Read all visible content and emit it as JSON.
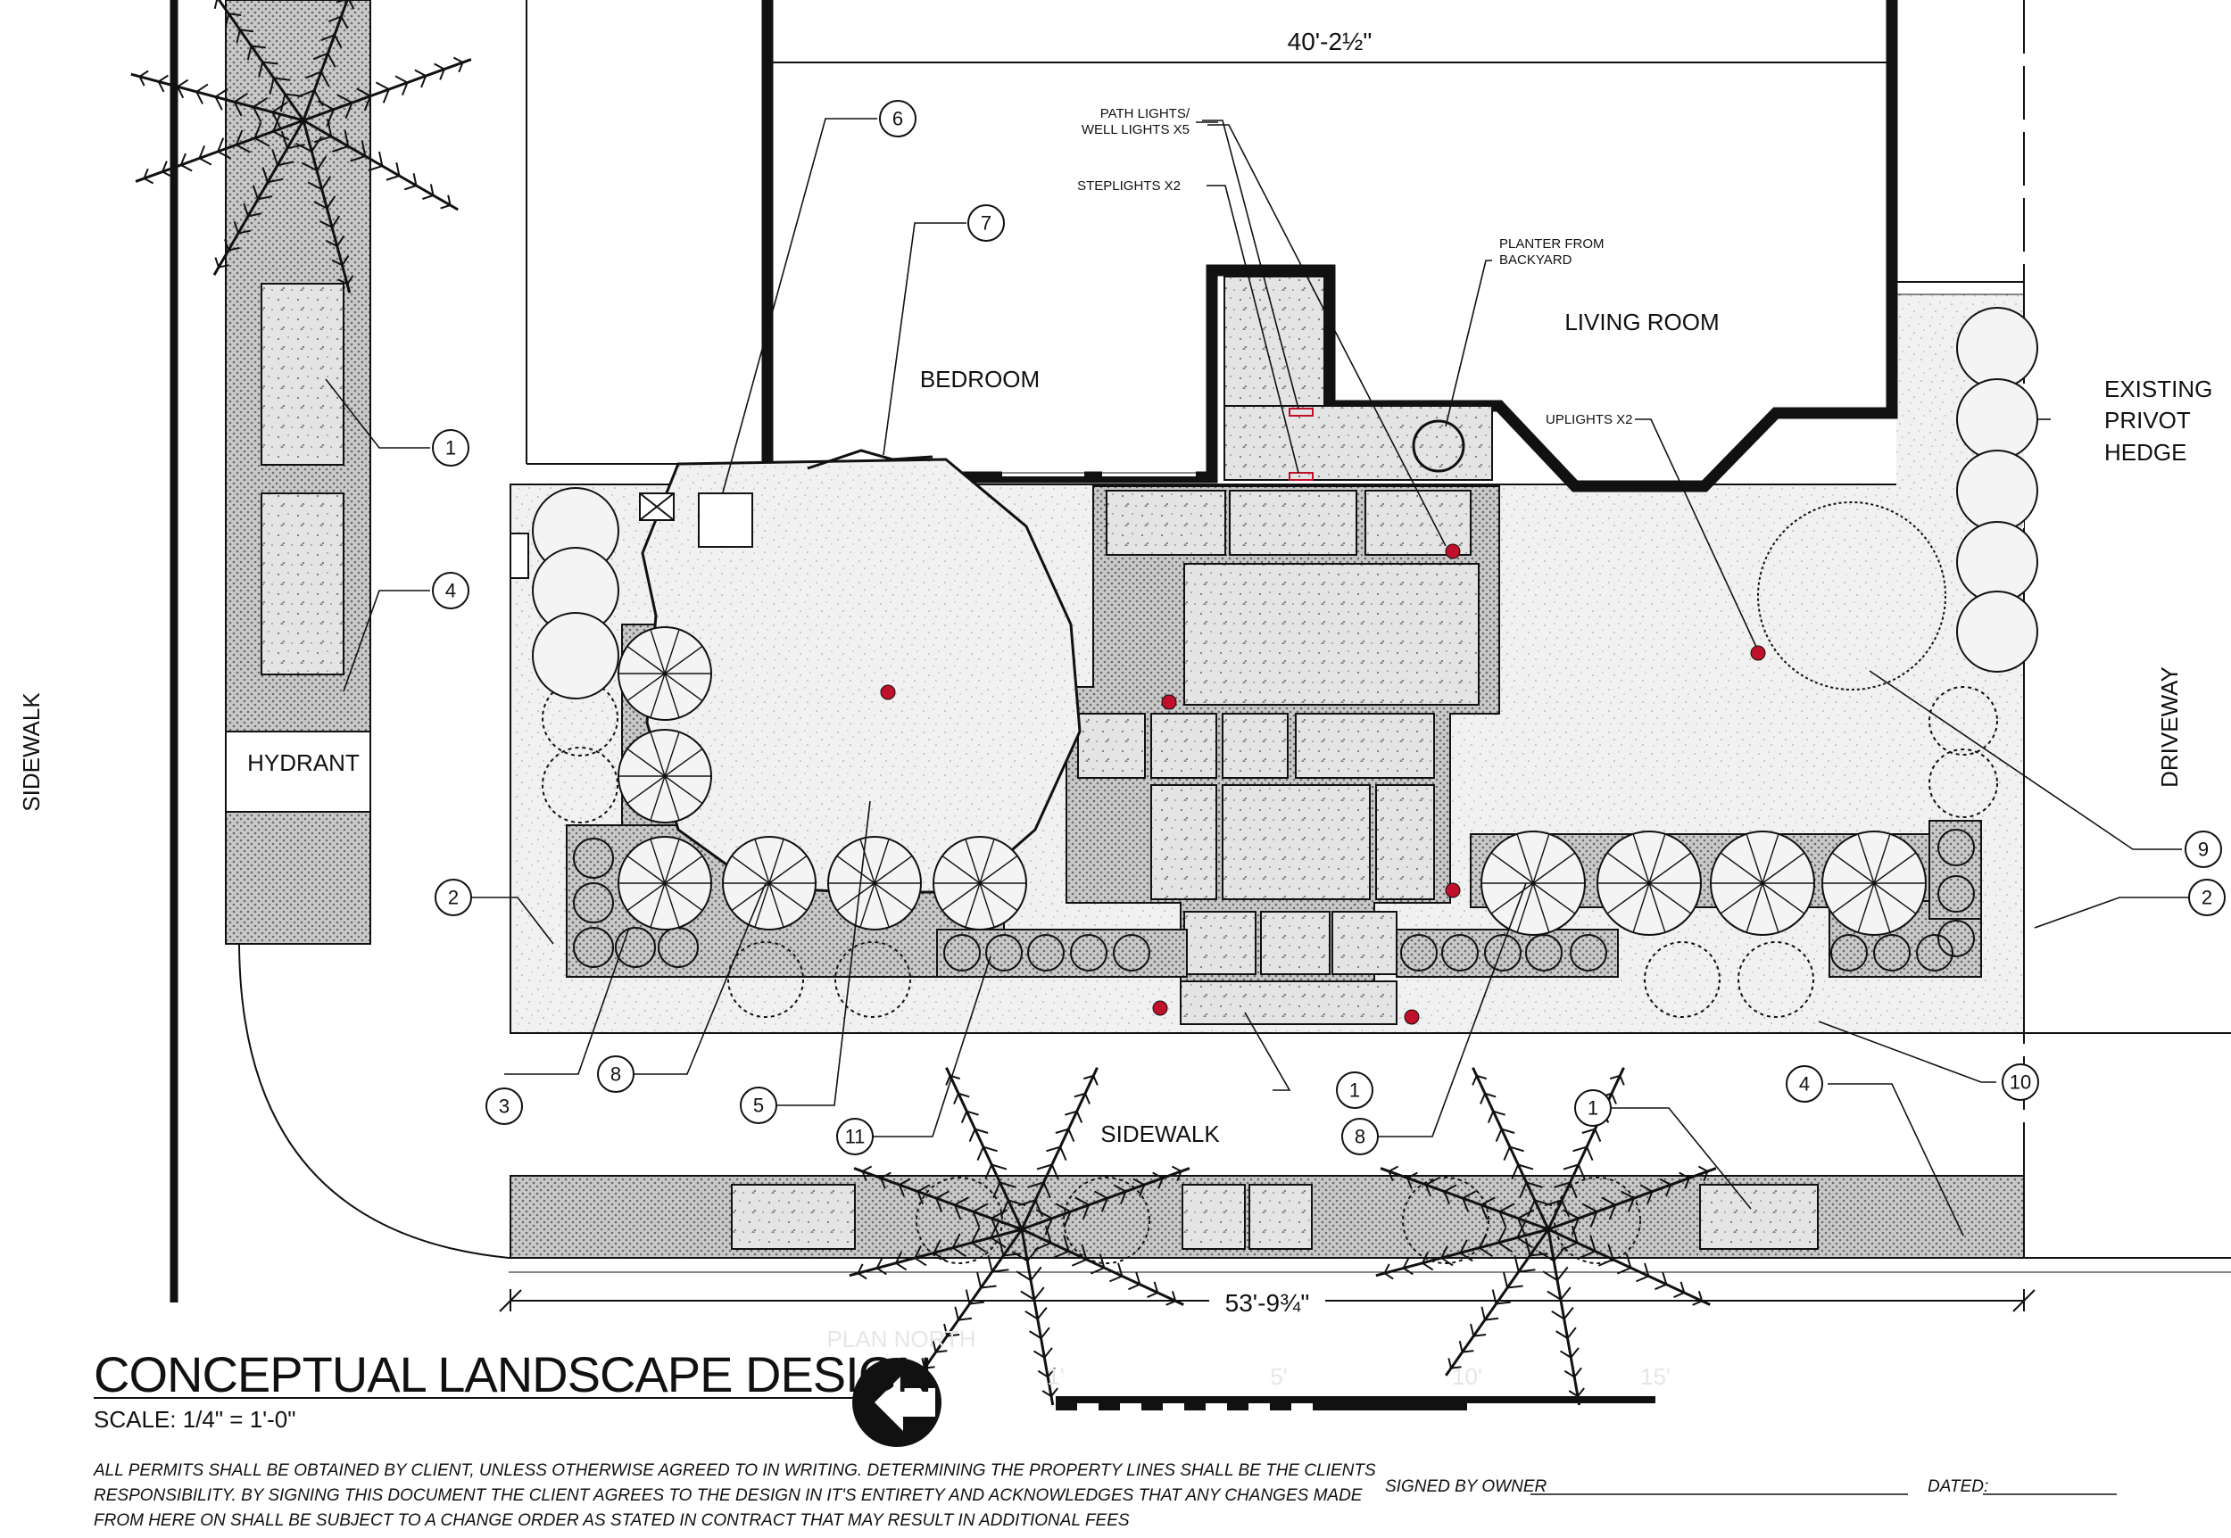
{
  "title": "CONCEPTUAL LANDSCAPE DESIGN",
  "scale": "SCALE: 1/4\" = 1'-0\"",
  "plan_north": "PLAN NORTH",
  "scale_bar": [
    "1'",
    "5'",
    "10'",
    "15'"
  ],
  "dimensions": {
    "top": "40'-2½\"",
    "bottom": "53'-9¾\""
  },
  "rooms": {
    "bedroom": "BEDROOM",
    "living": "LIVING ROOM"
  },
  "labels": {
    "hydrant": "HYDRANT",
    "sidewalk_left": "SIDEWALK",
    "sidewalk_bottom": "SIDEWALK",
    "driveway": "DRIVEWAY",
    "hedge": [
      "EXISTING",
      "PRIVOT",
      "HEDGE"
    ],
    "path_lights": [
      "PATH LIGHTS/",
      "WELL LIGHTS X5"
    ],
    "step_lights": "STEPLIGHTS X2",
    "planter": [
      "PLANTER FROM",
      "BACKYARD"
    ],
    "uplights": "UPLIGHTS X2"
  },
  "callouts": [
    "1",
    "4",
    "6",
    "7",
    "2",
    "3",
    "8",
    "5",
    "11",
    "1",
    "8",
    "1",
    "4",
    "10",
    "9",
    "2"
  ],
  "notes": [
    "ALL PERMITS SHALL BE OBTAINED BY CLIENT, UNLESS OTHERWISE AGREED TO IN WRITING.  DETERMINING THE PROPERTY LINES SHALL BE THE CLIENTS",
    "RESPONSIBILITY.  BY SIGNING THIS DOCUMENT THE CLIENT AGREES TO THE DESIGN IN IT'S ENTIRETY AND ACKNOWLEDGES THAT ANY CHANGES MADE",
    "FROM HERE ON SHALL BE SUBJECT TO A CHANGE ORDER AS STATED IN CONTRACT THAT MAY RESULT IN ADDITIONAL FEES"
  ],
  "signature": {
    "signed": "SIGNED BY OWNER",
    "dated": "DATED:"
  },
  "colors": {
    "line": "#111111",
    "light_dot": "#c0102a",
    "paving": "#d9d9d9",
    "gravel": "#bdbdbd"
  }
}
